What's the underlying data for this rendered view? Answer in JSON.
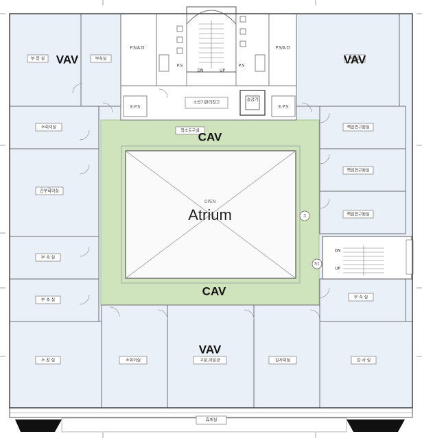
{
  "zones": {
    "vav_top_left": "VAV",
    "vav_top_right": "VAV",
    "vav_bottom": "VAV",
    "cav_top": "CAV",
    "cav_bottom": "CAV",
    "atrium": "Atrium",
    "open": "OPEN"
  },
  "rooms": {
    "bujangsil": "부 장 실",
    "busoksil_tl": "부속실",
    "sohoeuisil_l": "소회의실",
    "ganbu_hwoeuisil": "간부회의실",
    "busoksil_l": "부 속 실",
    "busoksil_l2": "부 속 실",
    "sojangsil": "소 장 실",
    "sohoeuisil_b": "소회의실",
    "gomun": "고문,자문관",
    "gamsa_hoeuisil": "감사회실",
    "gamsasil": "감 사 실",
    "busoksil_tr": "부속실",
    "chaekim_1": "책임연구원실",
    "chaekim_2": "책임연구원실",
    "chaekim_3": "책임연구원실",
    "busoksil_r": "부 속 실",
    "ps_ad_left": "P.S/A.D",
    "ps_ad_right": "P.S/A.D",
    "eps_left": "E.P.S",
    "eps_right": "E.P.S",
    "storage": "소방기관리창고",
    "cleaning": "청소도구실",
    "elevator": "승강기",
    "lounge": "휴게실",
    "dn": "DN",
    "up": "UP",
    "ps1": "P.S",
    "ps2": "P.S",
    "dn_right": "DN",
    "up_right": "UP",
    "colmark": "3",
    "colmark2": "S1"
  }
}
